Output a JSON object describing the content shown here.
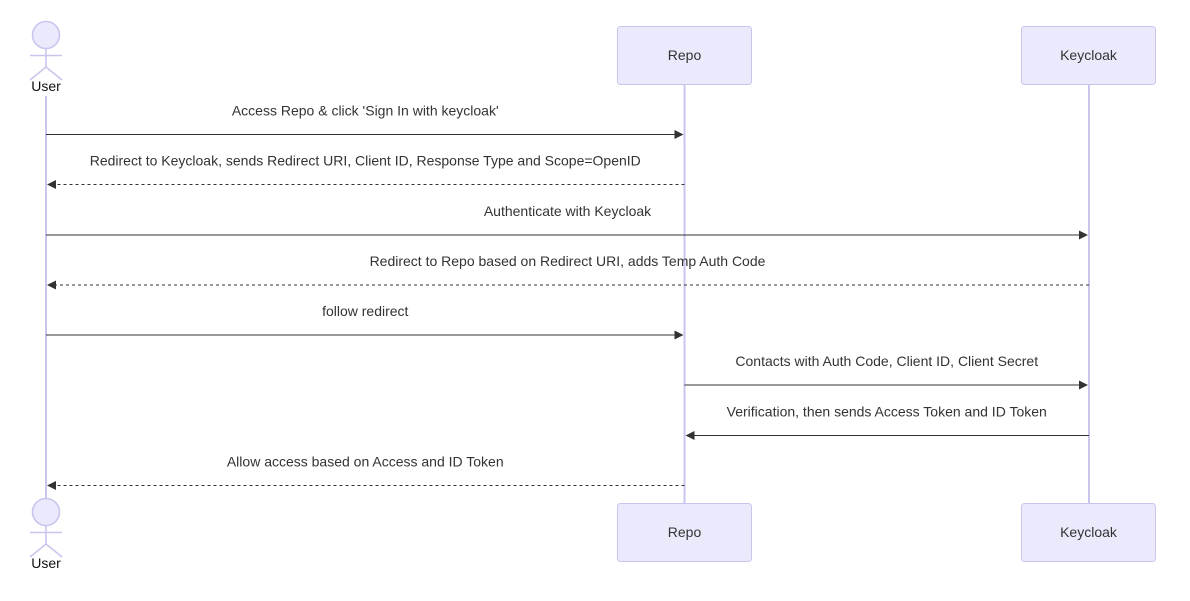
{
  "participants": {
    "user": {
      "label": "User",
      "kind": "actor"
    },
    "repo": {
      "label": "Repo",
      "kind": "box"
    },
    "keycloak": {
      "label": "Keycloak",
      "kind": "box"
    }
  },
  "messages": [
    {
      "from": "user",
      "to": "repo",
      "label": "Access Repo & click 'Sign In with keycloak'",
      "style": "solid"
    },
    {
      "from": "repo",
      "to": "user",
      "label": "Redirect to Keycloak, sends Redirect URI, Client ID, Response Type and Scope=OpenID",
      "style": "dashed"
    },
    {
      "from": "user",
      "to": "keycloak",
      "label": "Authenticate with Keycloak",
      "style": "solid"
    },
    {
      "from": "keycloak",
      "to": "user",
      "label": "Redirect to Repo based on Redirect URI, adds Temp Auth Code",
      "style": "dashed"
    },
    {
      "from": "user",
      "to": "repo",
      "label": "follow redirect",
      "style": "solid"
    },
    {
      "from": "repo",
      "to": "keycloak",
      "label": "Contacts with Auth Code, Client ID, Client Secret",
      "style": "solid"
    },
    {
      "from": "keycloak",
      "to": "repo",
      "label": "Verification, then sends Access Token and ID Token",
      "style": "solid"
    },
    {
      "from": "repo",
      "to": "user",
      "label": "Allow access based on Access and ID Token",
      "style": "dashed"
    }
  ],
  "colors": {
    "participant_fill": "#eaeafc",
    "participant_stroke": "#c9c6ee",
    "arrow": "#333333",
    "text": "#333333"
  }
}
